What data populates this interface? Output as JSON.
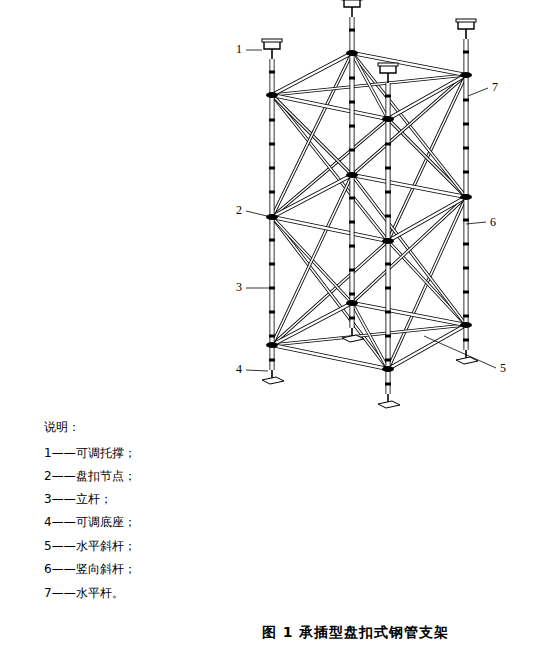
{
  "diagram": {
    "caption": "图 1 承插型盘扣式钢管支架",
    "labels": [
      "1",
      "2",
      "3",
      "4",
      "5",
      "6",
      "7",
      "说明：",
      "1——可调托撑；",
      "2——盘扣节点；",
      "3——立杆；",
      "4——可调底座；",
      "5——水平斜杆；",
      "6——竖向斜杆；",
      "7——水平杆。"
    ]
  }
}
